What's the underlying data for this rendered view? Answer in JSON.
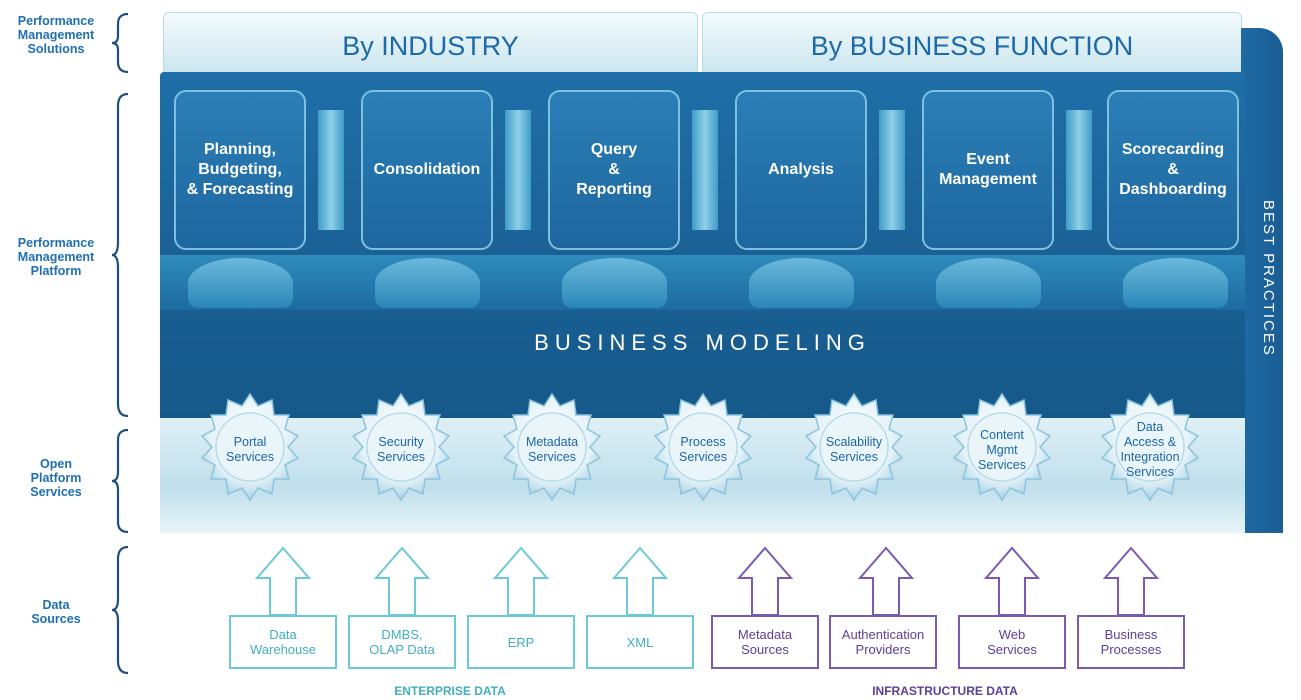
{
  "side_labels": {
    "solutions": "Performance\nManagement\nSolutions",
    "platform": "Performance\nManagement\nPlatform",
    "open_platform": "Open\nPlatform\nServices",
    "data_sources": "Data\nSources"
  },
  "tabs": {
    "industry": "By INDUSTRY",
    "business_function": "By BUSINESS FUNCTION"
  },
  "modules": [
    "Planning,\nBudgeting,\n& Forecasting",
    "Consolidation",
    "Query\n&\nReporting",
    "Analysis",
    "Event\nManagement",
    "Scorecarding\n&\nDashboarding"
  ],
  "business_modeling": "BUSINESS MODELING",
  "best_practices": "BEST PRACTICES",
  "services": [
    "Portal\nServices",
    "Security\nServices",
    "Metadata\nServices",
    "Process\nServices",
    "Scalability\nServices",
    "Content\nMgmt\nServices",
    "Data\nAccess &\nIntegration\nServices"
  ],
  "enterprise_sources": [
    "Data\nWarehouse",
    "DMBS,\nOLAP Data",
    "ERP",
    "XML"
  ],
  "infrastructure_sources": [
    "Metadata\nSources",
    "Authentication\nProviders",
    "Web\nServices",
    "Business\nProcesses"
  ],
  "group_labels": {
    "enterprise": "ENTERPRISE DATA",
    "infrastructure": "INFRASTRUCTURE DATA"
  },
  "colors": {
    "platform_blue": "#1a5f93",
    "enterprise_teal": "#6cc9d6",
    "infrastructure_purple": "#7a5ab0",
    "label_blue": "#1f6fb2"
  }
}
